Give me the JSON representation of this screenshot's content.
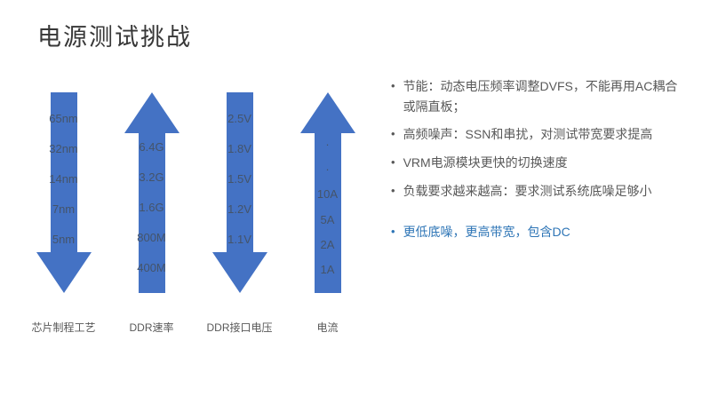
{
  "title": "电源测试挑战",
  "arrows": [
    {
      "direction": "down",
      "values": [
        "65nm",
        "32nm",
        "14nm",
        "7nm",
        "5nm"
      ],
      "caption": "芯片制程工艺"
    },
    {
      "direction": "up",
      "values": [
        "6.4G",
        "3.2G",
        "1.6G",
        "800M",
        "400M"
      ],
      "caption": "DDR速率"
    },
    {
      "direction": "down",
      "values": [
        "2.5V",
        "1.8V",
        "1.5V",
        "1.2V",
        "1.1V"
      ],
      "caption": "DDR接口电压"
    },
    {
      "direction": "up",
      "values": [
        "·",
        "·",
        "10A",
        "5A",
        "2A",
        "1A"
      ],
      "caption": "电流"
    }
  ],
  "bullets": [
    {
      "text": "节能：动态电压频率调整DVFS，不能再用AC耦合或隔直板；",
      "accent": false
    },
    {
      "text": "高频噪声：SSN和串扰，对测试带宽要求提高",
      "accent": false
    },
    {
      "text": "VRM电源模块更快的切换速度",
      "accent": false
    },
    {
      "text": "负载要求越来越高：要求测试系统底噪足够小",
      "accent": false
    },
    {
      "text": "更低底噪，更高带宽，包含DC",
      "accent": true
    }
  ],
  "colors": {
    "arrow": "#4472C4",
    "arrow_text": "#44546A",
    "accent": "#2E75B6",
    "text": "#595959",
    "title": "#383838"
  }
}
